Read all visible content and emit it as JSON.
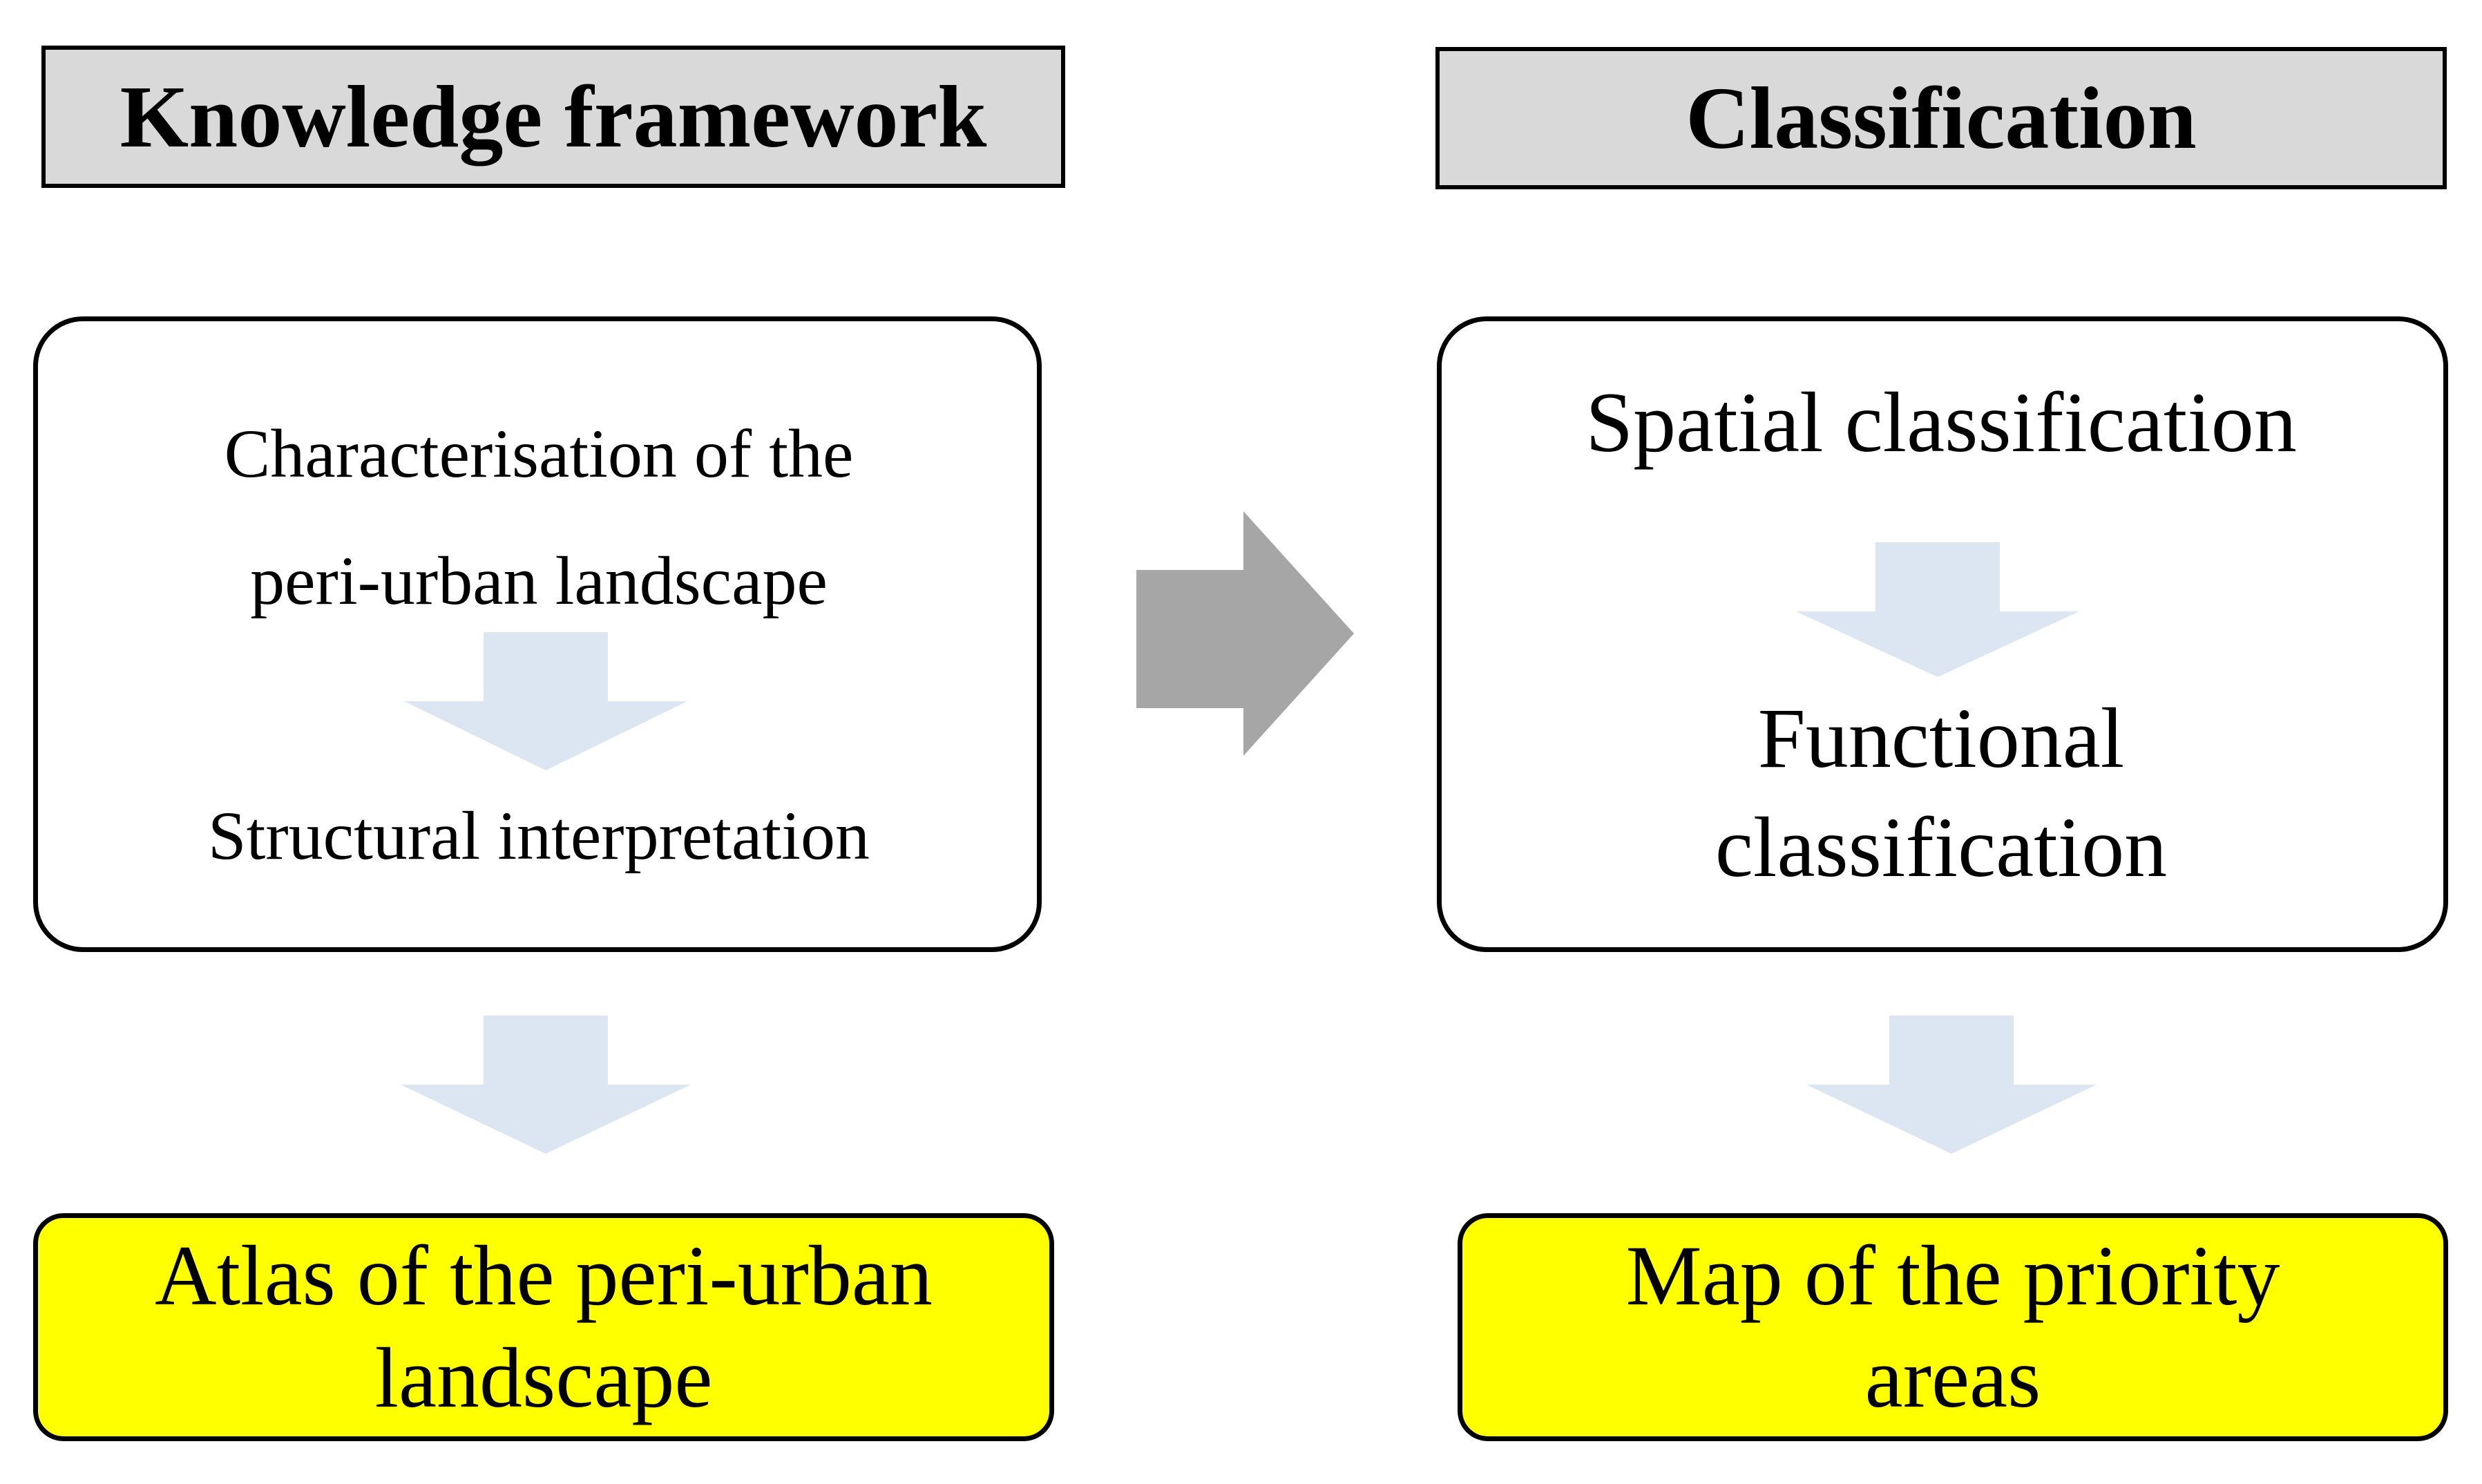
{
  "headers": {
    "left": "Knowledge framework",
    "right": "Classification"
  },
  "left_panel": {
    "step1": [
      "Characterisation of the",
      "peri-urban landscape"
    ],
    "step2": "Structural interpretation"
  },
  "right_panel": {
    "step1": "Spatial classification",
    "step2": [
      "Functional",
      "classification"
    ]
  },
  "outputs": {
    "left": [
      "Atlas of the peri-urban",
      "landscape"
    ],
    "right": [
      "Map of the priority",
      "areas"
    ]
  },
  "colors": {
    "header_fill": "#d9d9d9",
    "output_fill": "#ffff00",
    "light_arrow": "#dce6f2",
    "dark_arrow": "#a6a6a6",
    "border": "#000000"
  }
}
